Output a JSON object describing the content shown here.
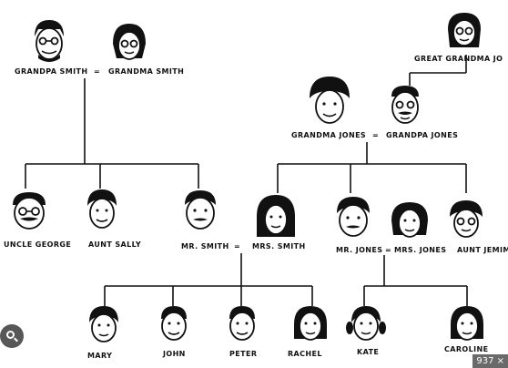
{
  "people": {
    "grandpa_smith": "GRANDPA SMITH",
    "grandma_smith": "GRANDMA SMITH",
    "great_grandma_jones": "GREAT GRANDMA JO",
    "grandma_jones": "GRANDMA JONES",
    "grandpa_jones": "GRANDPA JONES",
    "uncle_george": "UNCLE GEORGE",
    "aunt_sally": "AUNT SALLY",
    "mr_smith": "MR. SMITH",
    "mrs_smith": "MRS. SMITH",
    "mr_jones": "MR. JONES",
    "mrs_jones": "MRS. JONES",
    "aunt_jemima": "AUNT JEMIM",
    "mary": "MARY",
    "john": "JOHN",
    "peter": "PETER",
    "rachel": "RACHEL",
    "kate": "KATE",
    "caroline": "CAROLINE"
  },
  "marriage_symbol": "=",
  "overlay": {
    "lens_icon": "lens-search-icon",
    "size_badge": "937 ×"
  }
}
